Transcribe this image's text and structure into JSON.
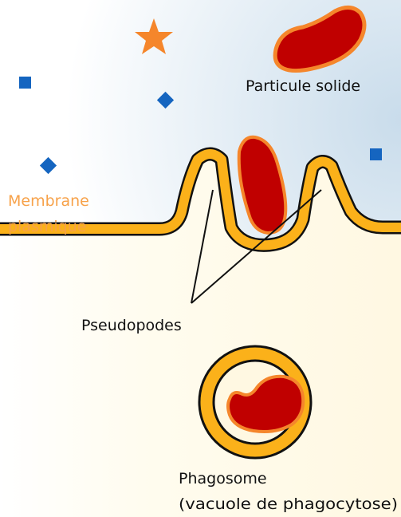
{
  "labels": {
    "particle": "Particule solide",
    "membrane_line1": "Membrane",
    "membrane_line2": "plasmique",
    "pseudopods": "Pseudopodes",
    "phagosome_line1": "Phagosome",
    "phagosome_line2": "(vacuole de phagocytose)"
  },
  "colors": {
    "membrane_fill": "#fbb11a",
    "membrane_outline": "#111111",
    "particle_fill": "#c00000",
    "particle_outline": "#f5862b",
    "cytoplasm": "#fffbea",
    "extracellular_tint": "#d0e2ef",
    "small_particles": "#1565c0",
    "star": "#f5862b",
    "label_orange": "#f7a24a"
  }
}
